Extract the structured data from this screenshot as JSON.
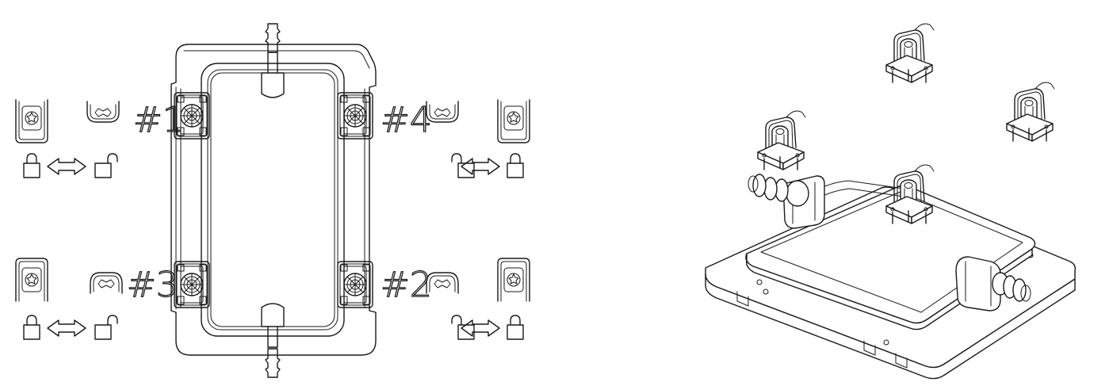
{
  "labels": {
    "clip1": "#1",
    "clip2": "#2",
    "clip3": "#3",
    "clip4": "#4"
  },
  "icons": {
    "lock": "lock-icon",
    "unlock": "unlock-icon",
    "arrow": "double-arrow-icon",
    "clip": "clip-icon"
  }
}
